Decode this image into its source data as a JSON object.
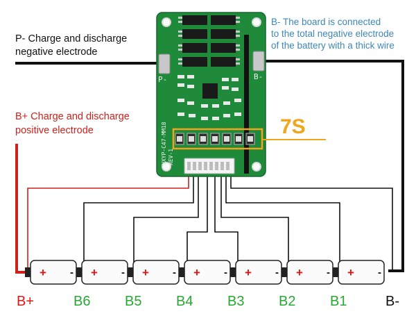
{
  "labels": {
    "p_minus": [
      "P- Charge and discharge",
      "negative electrode"
    ],
    "b_plus": [
      "B+ Charge and discharge",
      "positive electrode"
    ],
    "b_minus_note": [
      "B- The board is connected",
      "to the total negative electrode",
      "of the battery with a thick wire"
    ],
    "series_count": "7S"
  },
  "board": {
    "pad_p_minus": "P-",
    "pad_b_minus": "B-",
    "model": "HXYP-C47-MM18",
    "revision": "REV-1"
  },
  "batteries": {
    "count": 7,
    "plus_symbol": "+",
    "minus_symbol": "-"
  },
  "terminals": [
    "B+",
    "B6",
    "B5",
    "B4",
    "B3",
    "B2",
    "B1",
    "B-"
  ],
  "colors": {
    "pcb": "#1f8a3a",
    "red_wire": "#d0211c",
    "blue_text": "#3d86b8",
    "green_terminal": "#27a833",
    "highlight": "#f2a41b"
  }
}
